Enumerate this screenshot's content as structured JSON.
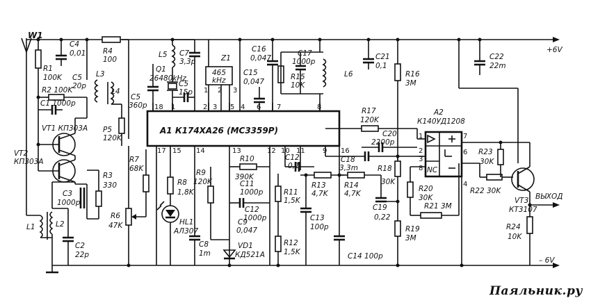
{
  "ic_a1": {
    "name": "A1 К174ХА26 (MC3359P)",
    "pins": [
      "18",
      "1",
      "2",
      "3",
      "5",
      "4",
      "6",
      "7",
      "8",
      "17",
      "15",
      "14",
      "13",
      "12",
      "10",
      "11",
      "9",
      "16"
    ]
  },
  "ic_a2": {
    "name": "A2",
    "type": "К140УД1208",
    "pins": [
      "1",
      "2",
      "3",
      "8",
      "4",
      "6",
      "7"
    ],
    "nc": "NC"
  },
  "rails": {
    "pos": "+6V",
    "neg": "– 6V"
  },
  "output": "ВЫХОД",
  "antenna": "W1",
  "components": {
    "r1": "R1",
    "r1v": "100K",
    "c4": "C4",
    "c4v": "0,01",
    "r4": "R4",
    "r4v": "100",
    "c5a": "C5",
    "c5av": "20p",
    "l3": "L3",
    "r2": "R2 100K",
    "c1": "C1 1000p",
    "vt1": "VT1 КП303А",
    "vt2": "VT2",
    "vt2t": "КП303А",
    "l4": "L4",
    "p5": "P5",
    "p5v": "120K",
    "l5": "L5",
    "c7": "C7",
    "c7v": "3,3p",
    "q1": "Q1",
    "q1v": "26480kHz",
    "c5b": "C5",
    "c5bv": "15p",
    "c5c": "C5",
    "c5cv": "360p",
    "z1": "Z1",
    "z1v1": "465",
    "z1v2": "kHz",
    "c16": "C16",
    "c16v": "0,047",
    "c15": "C15",
    "c15v": "0,047",
    "c17": "C17",
    "c17v": "1000p",
    "r15": "R15",
    "r15v": "10K",
    "l6": "L6",
    "c21": "C21",
    "c21v": "0,1",
    "r16": "R16",
    "r16v": "3M",
    "c22": "C22",
    "c22v": "22m",
    "r17": "R17",
    "r17v": "120K",
    "c20": "C20",
    "c20v": "2200p",
    "c18": "C18",
    "c18v": "3,3m",
    "r18": "R18",
    "r18v": "30K",
    "r20": "R20",
    "r20v": "30K",
    "r21": "R21 3M",
    "r23": "R23",
    "r23v": "30K",
    "r22": "R22 30K",
    "vt3": "VT3",
    "vt3t": "КТ3107",
    "r24": "R24",
    "r24v": "10K",
    "c19": "C19",
    "c19v": "0,22",
    "r19": "R19",
    "r19v": "3M",
    "c14": "C14 100p",
    "r3": "R3",
    "r3v": "330",
    "c3": "C3",
    "c3v": "1000p",
    "l1": "L1",
    "l2": "L2",
    "c2": "C2",
    "c2v": "22p",
    "r7": "R7",
    "r7v": "68K",
    "r6": "R6",
    "r6v": "47K",
    "r8": "R8",
    "r8v": "1,8K",
    "hl1": "HL1",
    "hl1t": "АЛ307",
    "r9": "R9",
    "r9v": "120K",
    "c8": "C8",
    "c8v": "1m",
    "r10": "R10",
    "r10v": "390K",
    "c11": "C11",
    "c11v": "1000p",
    "c12a": "C12",
    "c12av": "1000p",
    "c9": "C9",
    "c9v": "0,047",
    "vd1": "VD1",
    "vd1t": "КД521А",
    "c12b": "C12",
    "c12bv": "0,1",
    "r11": "R11",
    "r11v": "1,5K",
    "r12": "R12",
    "r12v": "1,5K",
    "r13": "R13",
    "r13v": "4,7K",
    "r14": "R14",
    "r14v": "4,7K",
    "c13": "C13",
    "c13v": "100p"
  },
  "watermark": "Паяльник.ру"
}
